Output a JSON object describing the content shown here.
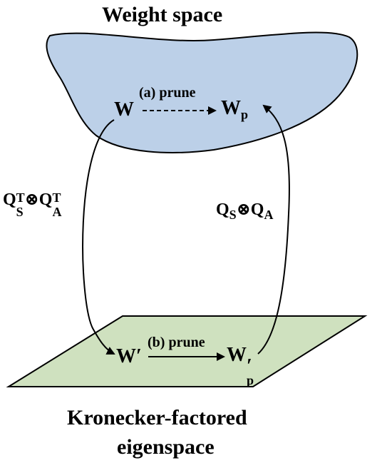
{
  "top_region": {
    "title": "Weight space",
    "fill": "#bcd0e8"
  },
  "bottom_region": {
    "title_line1": "Kronecker-factored",
    "title_line2": "eigenspace",
    "fill": "#cfe1bf"
  },
  "nodes": {
    "w": {
      "main": "W"
    },
    "wp": {
      "main": "W",
      "sub": "p"
    },
    "w_prime": {
      "main": "W",
      "prime": "′"
    },
    "wp_prime": {
      "main": "W",
      "prime": "′",
      "sub": "p"
    }
  },
  "edges": {
    "prune_a": "(a) prune",
    "prune_b": "(b) prune"
  },
  "transforms": {
    "forward": {
      "q1": "Q",
      "q1_sub": "S",
      "q1_sup": "T",
      "otimes": "⊗",
      "q2": "Q",
      "q2_sub": "A",
      "q2_sup": "T"
    },
    "backward": {
      "q1": "Q",
      "q1_sub": "S",
      "otimes": "⊗",
      "q2": "Q",
      "q2_sub": "A"
    }
  }
}
